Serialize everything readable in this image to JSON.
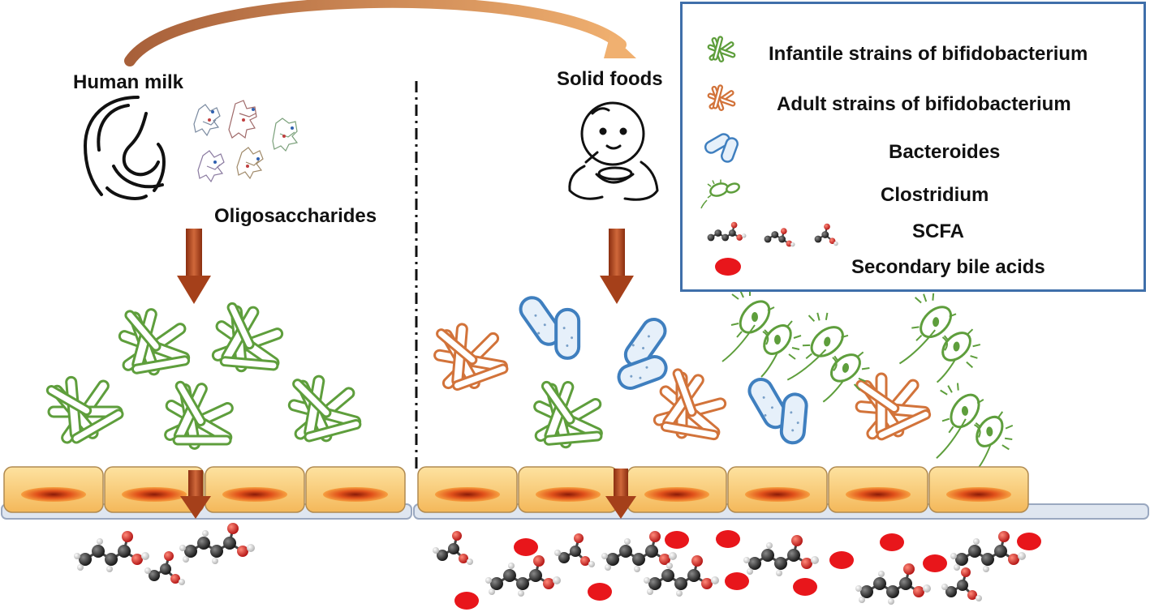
{
  "labels": {
    "human_milk": "Human milk",
    "oligosaccharides": "Oligosaccharides",
    "solid_foods": "Solid foods"
  },
  "legend": {
    "items": [
      {
        "key": "infantile_bifido",
        "label": "Infantile strains of bifidobacterium",
        "icon": "green-rod-cluster-icon",
        "color": "#6aaa4a"
      },
      {
        "key": "adult_bifido",
        "label": "Adult strains of bifidobacterium",
        "icon": "orange-rod-cluster-icon",
        "color": "#d2733a"
      },
      {
        "key": "bacteroides",
        "label": "Bacteroides",
        "icon": "blue-capsule-icon",
        "color": "#3f7fbf"
      },
      {
        "key": "clostridium",
        "label": "Clostridium",
        "icon": "green-flagellate-icon",
        "color": "#6aaa4a"
      },
      {
        "key": "scfa",
        "label": "SCFA",
        "icon": "molecule-icon",
        "color": "#333333"
      },
      {
        "key": "secondary_bile_acids",
        "label": "Secondary bile acids",
        "icon": "red-oval-icon",
        "color": "#e8161b"
      }
    ]
  },
  "colors": {
    "arrow": "#a5401a",
    "curve": "#c8804a",
    "border": "#3f6faa",
    "cell_fill": "#f8c870",
    "nucleus": "#e0501a"
  }
}
